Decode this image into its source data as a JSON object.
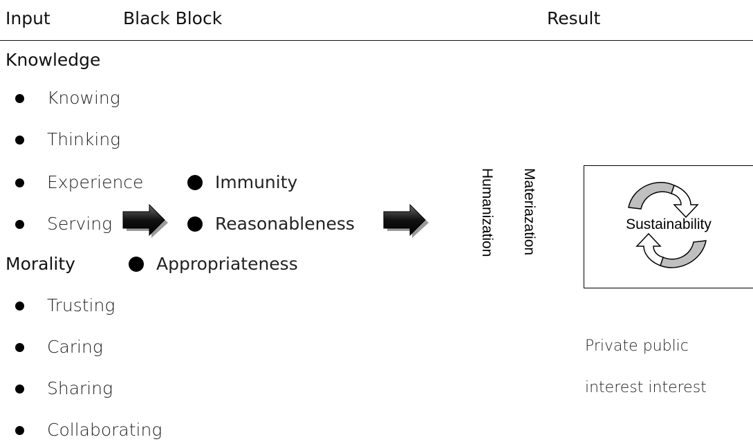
{
  "header": {
    "input_label": "Input",
    "black_block_label": "Black Block",
    "result_label": "Result"
  },
  "knowledge": {
    "title": "Knowledge",
    "items": [
      "Knowing",
      "Thinking",
      "Experience",
      "Serving"
    ]
  },
  "morality": {
    "title": "Morality",
    "items": [
      "Trusting",
      "Caring",
      "Sharing",
      "Collaborating"
    ]
  },
  "black_block": {
    "items": [
      "Immunity",
      "Reasonableness",
      "Appropriateness"
    ]
  },
  "result": {
    "humanization": "Humanization",
    "materiazation": "Materiazation",
    "sustainability": "Sustainability",
    "private_public": "Private public",
    "interest_interest": "interest interest"
  },
  "colors": {
    "text": "#111111",
    "arrow_fill": "#1a1a1a",
    "cycle_arrow_fill": "#bfbfbf"
  },
  "icons": {
    "block_arrow": "right-block-arrow",
    "cycle_arrow": "circular-arrows"
  }
}
